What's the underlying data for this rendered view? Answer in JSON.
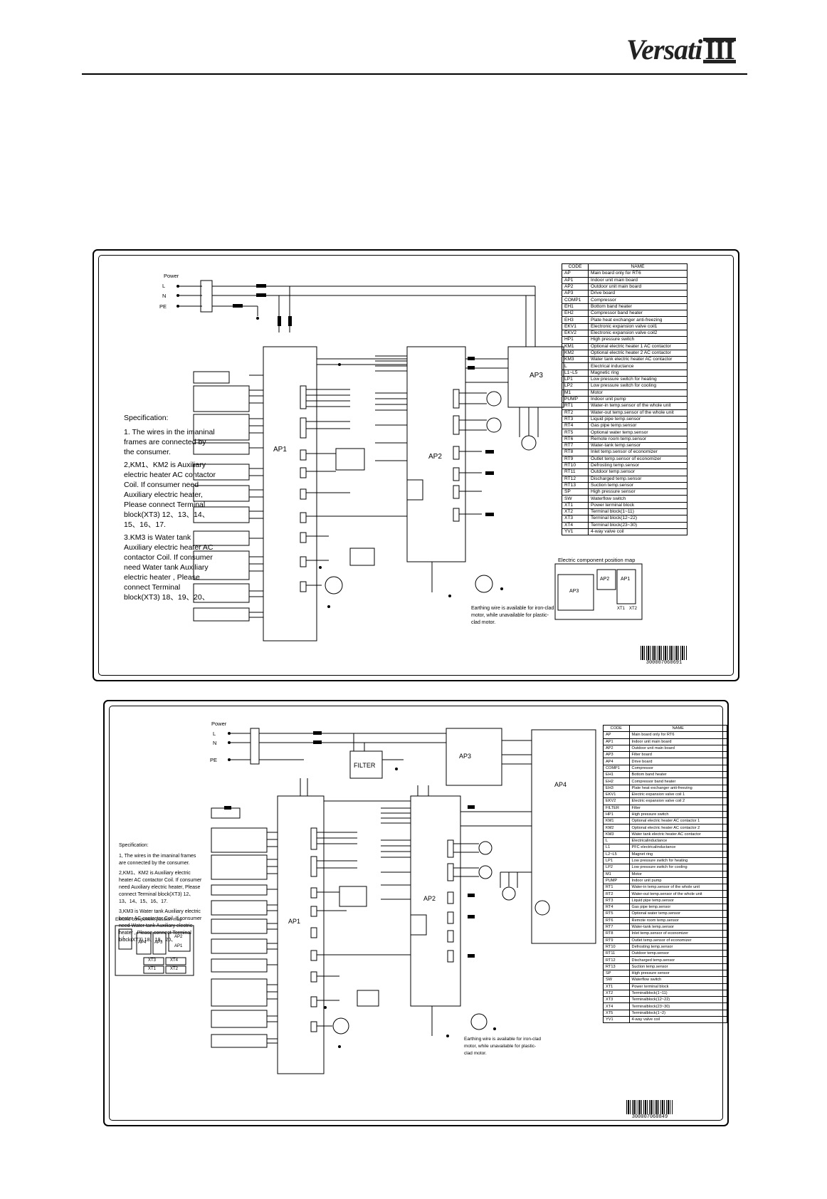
{
  "header": {
    "logo_text": "Versati",
    "logo_numeral": "III"
  },
  "diagram1": {
    "power_label": "Power",
    "power_lines": [
      "L",
      "N",
      "PE"
    ],
    "boards": {
      "ap1": "AP1",
      "ap2": "AP2",
      "ap3": "AP3"
    },
    "spec_title": "Specification:",
    "spec_items": [
      "1. The wires in the imaninal frames are connected by the consumer.",
      "2,KM1、KM2 is Auxiliary electric heater AC contactor Coil. If consumer need Auxiliary electric heater, Please connect Terminal block(XT3) 12、13、14、15、16、17.",
      "3.KM3 is Water tank Auxiliary electric heater AC contactor Coil. If consumer need Water tank Auxiliary electric heater , Please connect Terminal block(XT3) 18、19、20、"
    ],
    "earth_note": "Earthing wire is available for iron-clad motor, while unavailable for plastic-clad motor.",
    "position_map_title": "Electric component position map",
    "position_map_blocks": [
      "AP3",
      "AP2",
      "AP1",
      "XT1",
      "XT2"
    ],
    "barcode": "300007060691",
    "legend_headers": [
      "CODE",
      "NAME"
    ],
    "legend": [
      [
        "AP",
        "Main board only for RT6"
      ],
      [
        "AP1",
        "Indoor unit main board"
      ],
      [
        "AP2",
        "Outdoor unit main board"
      ],
      [
        "AP3",
        "Drive board"
      ],
      [
        "COMP1",
        "Compressor"
      ],
      [
        "EH1",
        "Bottom band heater"
      ],
      [
        "EH2",
        "Compressor band heater"
      ],
      [
        "EH3",
        "Plate heat exchanger anti-freezing"
      ],
      [
        "EKV1",
        "Electronic expansion valve coil1"
      ],
      [
        "EKV2",
        "Electronic expansion valve coil2"
      ],
      [
        "HP1",
        "High pressure switch"
      ],
      [
        "KM1",
        "Optional electric heater 1 AC contactor"
      ],
      [
        "KM2",
        "Optional electric heater 2 AC contactor"
      ],
      [
        "KM3",
        "Water tank electric heater AC contactor"
      ],
      [
        "L",
        "Electrical inductance"
      ],
      [
        "L1~L5",
        "Magnetic ring"
      ],
      [
        "LP1",
        "Low pressure switch for heating"
      ],
      [
        "LP2",
        "Low pressure switch for cooling"
      ],
      [
        "M1",
        "Motor"
      ],
      [
        "PUMP",
        "Indoor unit pump"
      ],
      [
        "RT1",
        "Water-in temp.sensor of the whole unit"
      ],
      [
        "RT2",
        "Water-out temp.sensor of the whole unit"
      ],
      [
        "RT3",
        "Liquid pipe temp.sensor"
      ],
      [
        "RT4",
        "Gas pipe temp.sensor"
      ],
      [
        "RT5",
        "Optional water temp.sensor"
      ],
      [
        "RT6",
        "Remote room temp.sensor"
      ],
      [
        "RT7",
        "Water-tank temp.sensor"
      ],
      [
        "RT8",
        "Inlet temp.sensor of economizer"
      ],
      [
        "RT9",
        "Outlet temp.sensor of economizer"
      ],
      [
        "RT10",
        "Defrosting temp.sensor"
      ],
      [
        "RT11",
        "Outdoor temp.sensor"
      ],
      [
        "RT12",
        "Discharged temp.sensor"
      ],
      [
        "RT13",
        "Suction temp.sensor"
      ],
      [
        "SP",
        "High pressure sensor"
      ],
      [
        "SW",
        "Waterflow switch"
      ],
      [
        "XT1",
        "Power terminal block"
      ],
      [
        "XT2",
        "Terminal block(1~11)"
      ],
      [
        "XT3",
        "Terminal block(12~22)"
      ],
      [
        "XT4",
        "Terminal block(23~30)"
      ],
      [
        "YV1",
        "4-way valve coil"
      ]
    ]
  },
  "diagram2": {
    "power_label": "Power",
    "power_lines": [
      "L",
      "N",
      "PE"
    ],
    "boards": {
      "ap1": "AP1",
      "ap2": "AP2",
      "ap3": "AP3",
      "ap4": "AP4",
      "filter": "FILTER"
    },
    "spec_title": "Specification:",
    "spec_items": [
      "1, The wires in the imaninal frames are connected by the consumer.",
      "2,KM1、KM2 is Auxiliary electric heater AC contactor Coil. If consumer need Auxiliary electric heater, Please connect Terminal block(XT3) 12、13、14、15、16、17.",
      "3,KM3 is Water tank Auxiliary electric heater AC contactor Coil. If consumer need Water tank Auxiliary electric heater , Please connect Terminal block(XT3) 18、19、20、"
    ],
    "earth_note": "Earthing wire is available for iron-clad motor, while unavailable for plastic-clad motor.",
    "position_map_title": "Electric component position map",
    "position_map_blocks": [
      "L",
      "AP4",
      "AP3",
      "AP2",
      "AP1",
      "XT3",
      "XT4",
      "XT1",
      "XT2"
    ],
    "barcode": "300007060849",
    "legend_headers": [
      "CODE",
      "NAME"
    ],
    "legend": [
      [
        "AP",
        "Main board only for RT6"
      ],
      [
        "AP1",
        "Indoor unit main board"
      ],
      [
        "AP2",
        "Outdoor unit main board"
      ],
      [
        "AP3",
        "Filter board"
      ],
      [
        "AP4",
        "Drive board"
      ],
      [
        "COMP1",
        "Compressor"
      ],
      [
        "EH1",
        "Bottom band heater"
      ],
      [
        "EH2",
        "Compressor band heater"
      ],
      [
        "EH3",
        "Plate heat exchanger anti-freezing"
      ],
      [
        "EKV1",
        "Electric expansion valve coil 1"
      ],
      [
        "EKV2",
        "Electric expansion valve coil 2"
      ],
      [
        "FILTER",
        "Filter"
      ],
      [
        "HP1",
        "High pressure switch"
      ],
      [
        "KM1",
        "Optional electric heater  AC contactor 1"
      ],
      [
        "KM2",
        "Optional electric heater  AC contactor 2"
      ],
      [
        "KM3",
        "Water tank electric heater AC contactor"
      ],
      [
        "L",
        "Electricalinductance"
      ],
      [
        "L1",
        "PFC electricalinductance"
      ],
      [
        "L2~L5",
        "Magnet ring"
      ],
      [
        "LP1",
        "Low pressure switch for heating"
      ],
      [
        "LP2",
        "Low pressure switch for cooling"
      ],
      [
        "M1",
        "Motor"
      ],
      [
        "PUMP",
        "Indoor unit pump"
      ],
      [
        "RT1",
        "Water-in temp.sensor of the whole unit"
      ],
      [
        "RT2",
        "Water-out temp.sensor of the whole unit"
      ],
      [
        "RT3",
        "Liquid pipe temp.sensor"
      ],
      [
        "RT4",
        "Gas pipe temp.sensor"
      ],
      [
        "RT5",
        "Optional water temp.sensor"
      ],
      [
        "RT6",
        "Remote room temp.sensor"
      ],
      [
        "RT7",
        "Water-tank temp.sensor"
      ],
      [
        "RT8",
        "Inlet temp.sensor of economizer"
      ],
      [
        "RT9",
        "Outlet temp.sensor of economizer"
      ],
      [
        "RT10",
        "Defrosting temp.sensor"
      ],
      [
        "RT11",
        "Outdoor temp.sensor"
      ],
      [
        "RT12",
        "Discharged temp.sensor"
      ],
      [
        "RT13",
        "Suction temp.sensor"
      ],
      [
        "SP",
        "High pressure sensor"
      ],
      [
        "SW",
        "Waterflow switch"
      ],
      [
        "XT1",
        "Power terminal block"
      ],
      [
        "XT2",
        "Terminalblock(1~11)"
      ],
      [
        "XT3",
        "Terminalblock(12~22)"
      ],
      [
        "XT4",
        "Terminalblock(23~30)"
      ],
      [
        "XT5",
        "Terminalblock(1~2)"
      ],
      [
        "YV1",
        "4-way valve coil"
      ]
    ]
  }
}
